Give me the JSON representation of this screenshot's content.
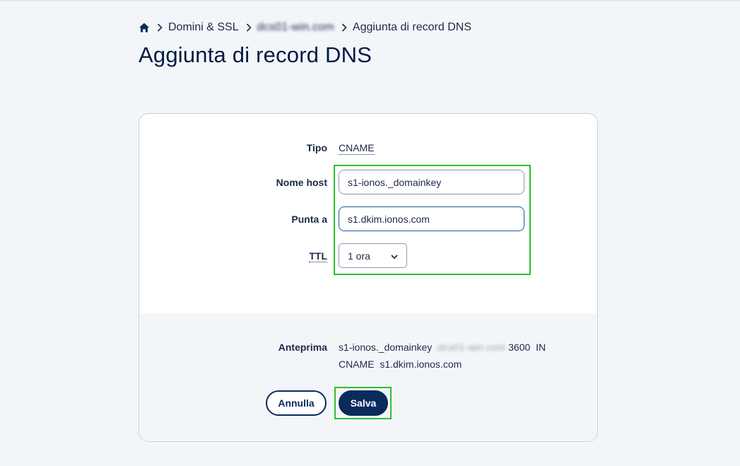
{
  "breadcrumb": {
    "home_icon": "home-icon",
    "separator_icon": "chevron-right-icon",
    "item1": "Domini & SSL",
    "item2": "dcs01-win.com",
    "item3": "Aggiunta di record DNS"
  },
  "page_title": "Aggiunta di record DNS",
  "form": {
    "tipo_label": "Tipo",
    "tipo_value": "CNAME",
    "nome_host_label": "Nome host",
    "nome_host_value": "s1-ionos._domainkey",
    "punta_a_label": "Punta a",
    "punta_a_value": "s1.dkim.ionos.com",
    "ttl_label": "TTL",
    "ttl_value": "1 ora"
  },
  "preview": {
    "label": "Anteprima",
    "line1_host": "s1-ionos._domainkey",
    "line1_domain": ".dcs01-win.com",
    "line1_rest": "3600  IN",
    "line2": "CNAME  s1.dkim.ionos.com"
  },
  "buttons": {
    "cancel": "Annulla",
    "save": "Salva"
  },
  "colors": {
    "highlight": "#2ec02e",
    "primary": "#0b2a5c",
    "background": "#f3f6f9"
  }
}
